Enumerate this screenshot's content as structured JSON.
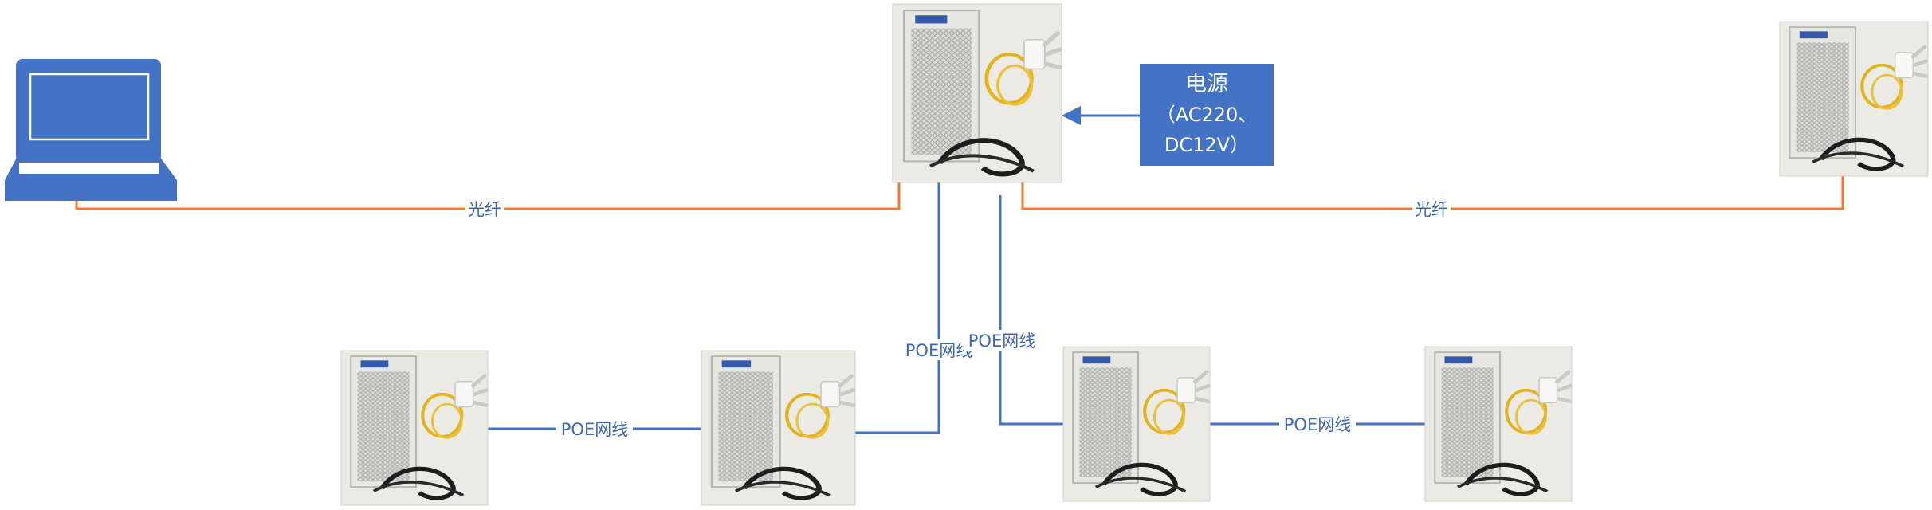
{
  "power_box": {
    "title": "电源",
    "line2": "（AC220、",
    "line3": "DC12V）"
  },
  "links": {
    "fiber_left": "光纤",
    "fiber_right": "光纤",
    "poe_left_bottom": "POE网线",
    "poe_center_left": "POE网线",
    "poe_center_right": "POE网线",
    "poe_right_bottom": "POE网线"
  },
  "colors": {
    "fiber": "#ed7d31",
    "poe": "#4472c4",
    "power_box": "#4472c4",
    "laptop": "#4472c4"
  }
}
